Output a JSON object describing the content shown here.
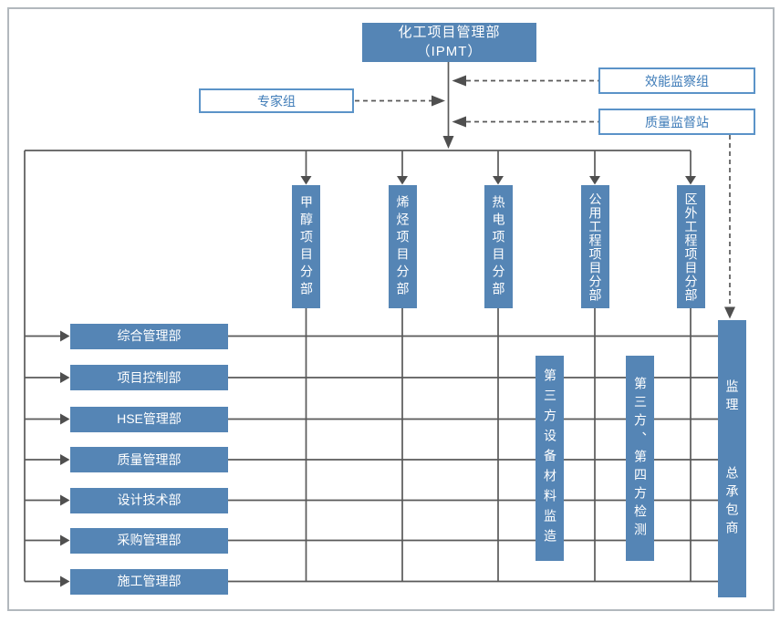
{
  "org": {
    "headquarters": {
      "line1": "化工项目管理部",
      "line2": "（IPMT）"
    },
    "advisors": {
      "expert_group": "专家组",
      "efficiency_group": "效能监察组",
      "quality_station": "质量监督站"
    },
    "divisions": [
      "甲醇项目分部",
      "烯烃项目分部",
      "热电项目分部",
      "公用工程项目分部",
      "区外工程项目分部"
    ],
    "departments": [
      "综合管理部",
      "项目控制部",
      "HSE管理部",
      "质量管理部",
      "设计技术部",
      "采购管理部",
      "施工管理部"
    ],
    "third_party": [
      "第三方设备材料监造",
      "第三方、第四方检测"
    ],
    "contractor": {
      "supervision": "监理",
      "general_contractor": "总承包商"
    },
    "colors": {
      "box_fill": "#5585b5",
      "outline_stroke": "#5b93c8",
      "outline_text": "#3f7cb8",
      "connector_line": "#595959",
      "frame_border": "#b2b8bd"
    }
  }
}
